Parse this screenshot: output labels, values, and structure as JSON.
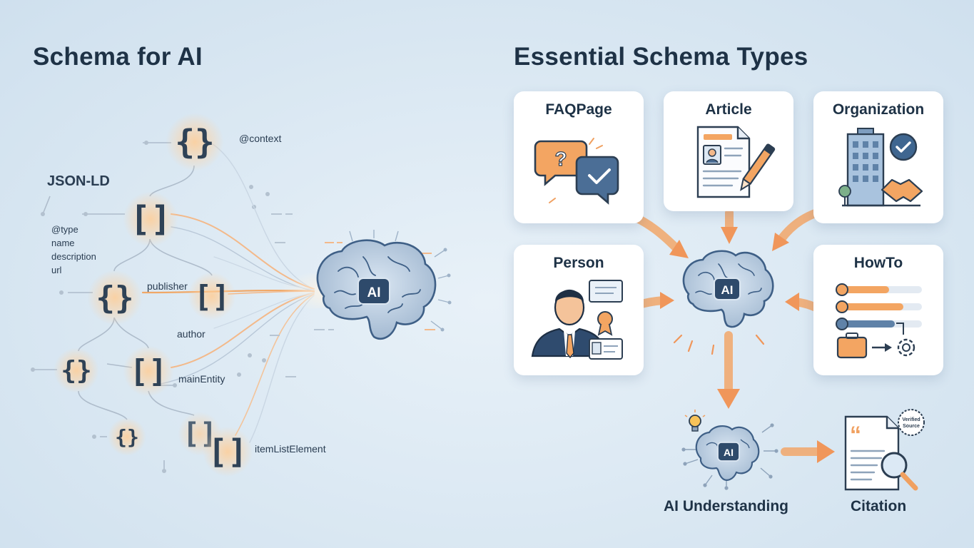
{
  "left_panel": {
    "title": "Schema for AI",
    "json_ld_label": "JSON-LD",
    "context_label": "@context",
    "properties": [
      "@type",
      "name",
      "description",
      "url"
    ],
    "publisher_label": "publisher",
    "author_label": "author",
    "main_entity_label": "mainEntity",
    "item_list_label": "itemListElement",
    "brain_label": "AI"
  },
  "right_panel": {
    "title": "Essential Schema Types",
    "cards": {
      "faq": "FAQPage",
      "article": "Article",
      "organization": "Organization",
      "person": "Person",
      "howto": "HowTo"
    },
    "center_brain_label": "AI",
    "understanding_brain_label": "AI",
    "understanding_label": "AI Understanding",
    "citation_label": "Citation",
    "stamp_text": [
      "Verified",
      "Source"
    ]
  },
  "colors": {
    "background": "#d9e7f2",
    "navy": "#1e3246",
    "orange": "#f0a060",
    "blue": "#3e5f86"
  }
}
